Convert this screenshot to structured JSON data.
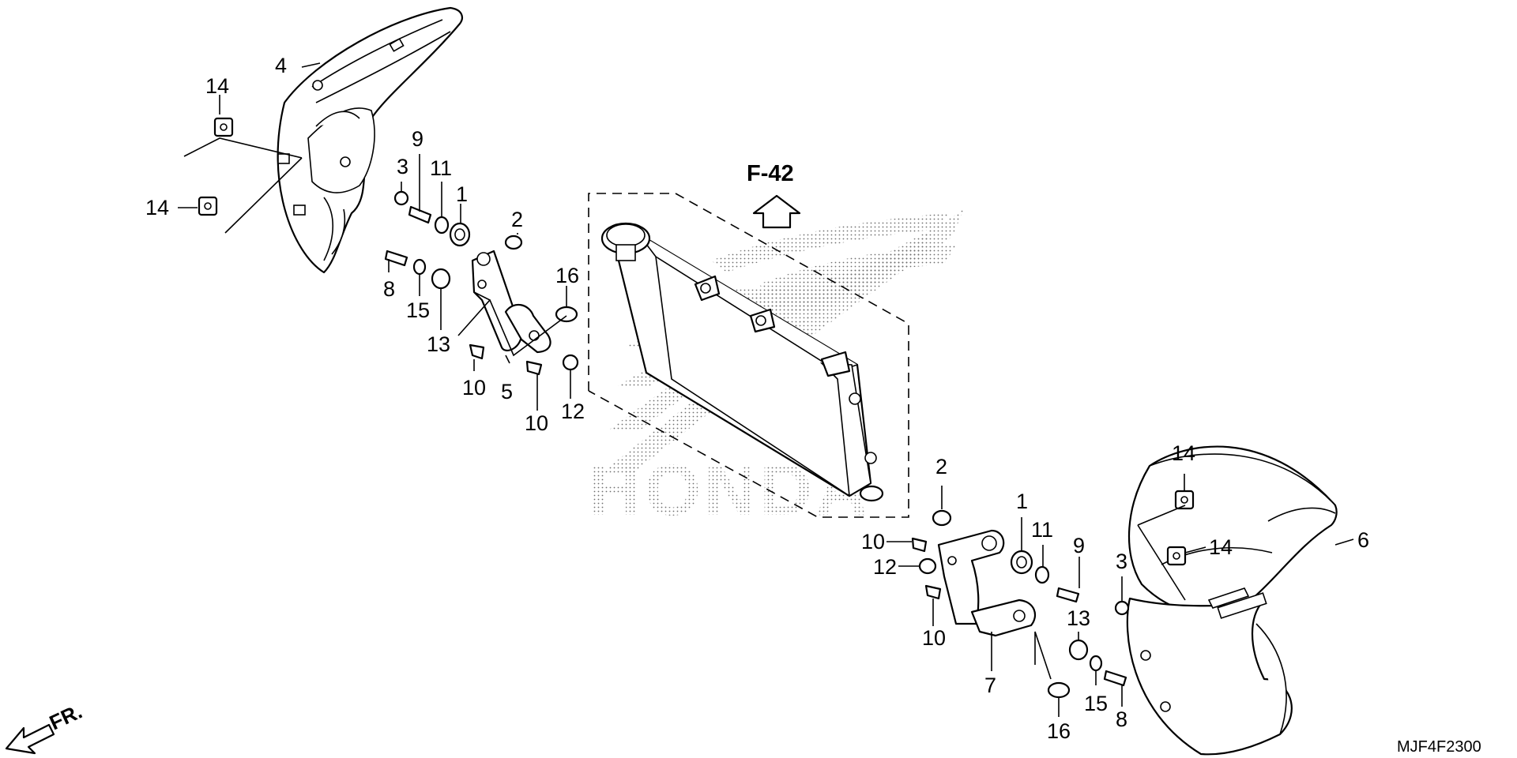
{
  "reference": "F-42",
  "drawing_code": "MJF4F2300",
  "front_indicator": "FR.",
  "brand_watermark": "HONDA",
  "callouts": {
    "c1a": "1",
    "c1b": "1",
    "c2a": "2",
    "c2b": "2",
    "c3a": "3",
    "c3b": "3",
    "c4": "4",
    "c5": "5",
    "c6": "6",
    "c7": "7",
    "c8a": "8",
    "c8b": "8",
    "c9a": "9",
    "c9b": "9",
    "c10a": "10",
    "c10b": "10",
    "c10c": "10",
    "c10d": "10",
    "c11a": "11",
    "c11b": "11",
    "c12a": "12",
    "c12b": "12",
    "c13a": "13",
    "c13b": "13",
    "c14a": "14",
    "c14b": "14",
    "c14c": "14",
    "c14d": "14",
    "c15a": "15",
    "c15b": "15",
    "c16a": "16",
    "c16b": "16"
  }
}
